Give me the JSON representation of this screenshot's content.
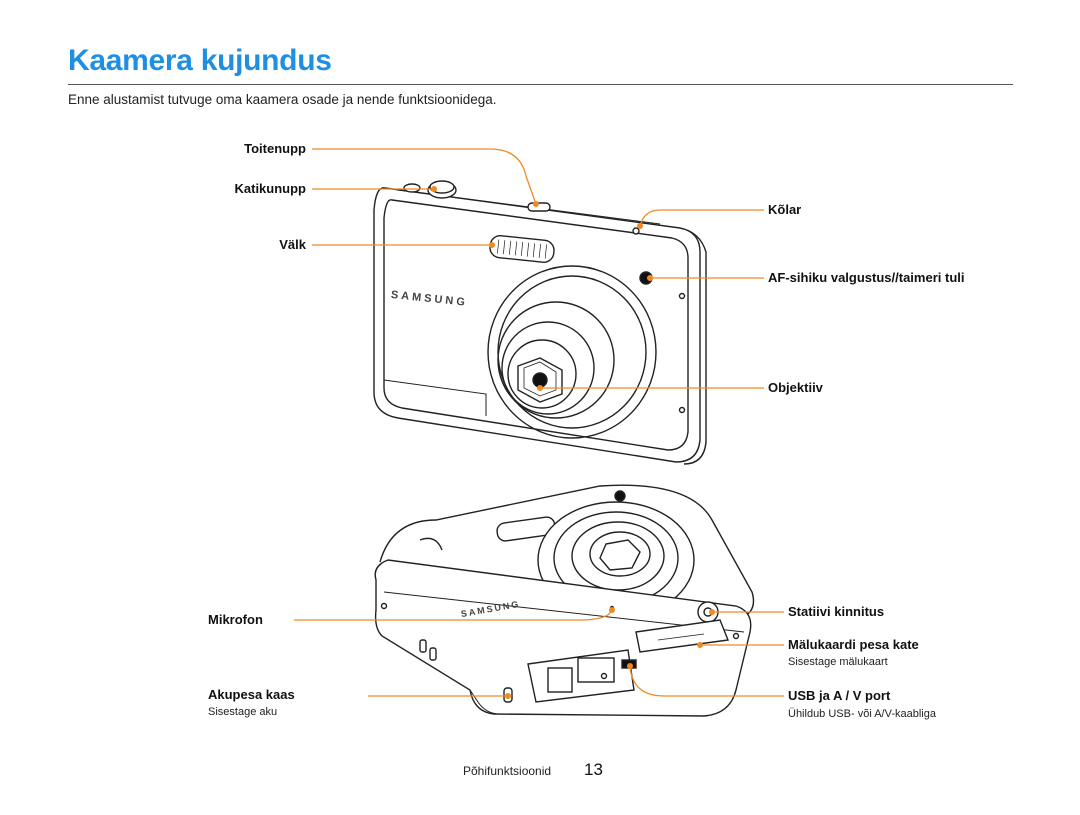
{
  "page": {
    "title": "Kaamera kujundus",
    "intro": "Enne alustamist tutvuge oma kaamera osade ja nende funktsioonidega.",
    "footer_section": "Põhifunktsioonid",
    "page_number": "13"
  },
  "camera_brand": "SAMSUNG",
  "front_labels": {
    "toitenupp": "Toitenupp",
    "katikunupp": "Katikunupp",
    "valk": "Välk",
    "kolar": "Kõlar",
    "af": "AF-sihiku valgustus//taimeri tuli",
    "objektiiv": "Objektiiv"
  },
  "bottom_labels": {
    "mikrofon": "Mikrofon",
    "akupesa": "Akupesa kaas",
    "akupesa_sub": "Sisestage aku",
    "statiivi": "Statiivi kinnitus",
    "malukaardi": "Mälukaardi pesa kate",
    "malukaardi_sub": "Sisestage mälukaart",
    "usb": "USB ja A / V port",
    "usb_sub": "Ühildub USB- või A/V-kaabliga"
  },
  "colors": {
    "accent": "#1e8fe1",
    "callout": "#f08a24"
  }
}
